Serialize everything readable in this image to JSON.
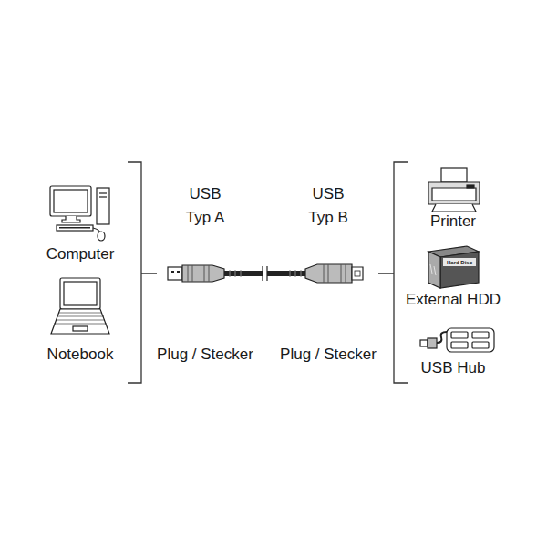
{
  "diagram": {
    "labels": [
      "Computer",
      "Notebook",
      "USB Typ A",
      "USB Typ B",
      "Plug / Stecker",
      "Plug / Stecker",
      "Printer",
      "External HDD",
      "USB Hub",
      "Hard Disc"
    ]
  }
}
